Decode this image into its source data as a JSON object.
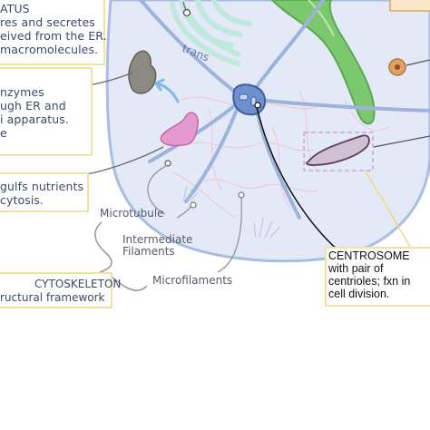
{
  "callouts": {
    "golgi": {
      "lines": [
        "ATUS",
        "res and secretes",
        "eived from the ER.",
        "macromolecules."
      ]
    },
    "lysosome": {
      "lines": [
        "nzymes",
        "ugh ER and",
        "i apparatus.",
        "e"
      ]
    },
    "vesicle": {
      "lines": [
        "gulfs nutrients",
        "cytosis."
      ]
    }
  },
  "labels": {
    "microtubule": "Microtubule",
    "intermediate_filaments": [
      "Intermediate",
      "Filaments"
    ],
    "microfilaments": "Microfilaments",
    "trans": "trans"
  },
  "cytoskeleton": {
    "title": "CYTOSKELETON",
    "subtitle": "ructural framework"
  },
  "centrosome": {
    "lines": [
      "CENTROSOME",
      "with pair of",
      "centrioles; fxn in",
      "cell division."
    ]
  },
  "colors": {
    "cell_fill": "#e4e9f7",
    "cell_border": "#a9bde4",
    "cytoskeleton_blue": "#9db3dc",
    "golgi_teal": "#bfe9dc",
    "er_green": "#6cc06a",
    "centrosome_blue": "#6f8fce",
    "lysosome_gray": "#8c8a82",
    "vesicle_pink": "#e49ad0",
    "mitochondrion_purple": "#cfc0d2",
    "label_box_yellow": "#f3e3a2"
  }
}
